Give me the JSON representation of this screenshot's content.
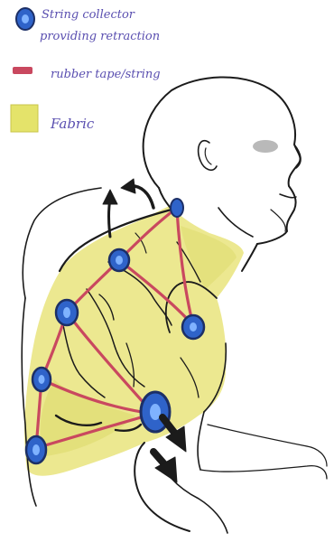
{
  "legend": {
    "items": [
      {
        "key": "string-collector",
        "label_lines": [
          "String collector",
          "providing retraction"
        ],
        "swatch_color": "#2f63c9",
        "swatch_icon": "blue-dot-icon"
      },
      {
        "key": "rubber-tape",
        "label_lines": [
          "rubber tape/string"
        ],
        "swatch_color": "#c9485f",
        "swatch_icon": "red-line-icon"
      },
      {
        "key": "fabric",
        "label_lines": [
          "Fabric"
        ],
        "swatch_color": "#e4e36a",
        "swatch_icon": "yellow-square-icon"
      }
    ]
  },
  "colors": {
    "fabric": "#ece890",
    "fabric_dark": "#dedb6e",
    "string": "#c9485f",
    "collector": "#2f63c9",
    "collector_ring": "#1c2f66",
    "ink": "#1b1b1b",
    "legend_text": "#5a4fb0"
  }
}
